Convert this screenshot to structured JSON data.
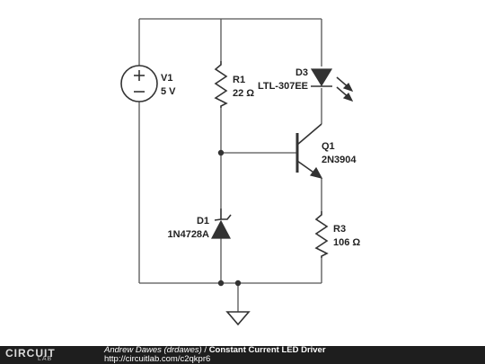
{
  "components": {
    "v1": {
      "ref": "V1",
      "value": "5 V"
    },
    "r1": {
      "ref": "R1",
      "value": "22 Ω"
    },
    "d3": {
      "ref": "D3",
      "value": "LTL-307EE"
    },
    "q1": {
      "ref": "Q1",
      "value": "2N3904"
    },
    "d1": {
      "ref": "D1",
      "value": "1N4728A"
    },
    "r3": {
      "ref": "R3",
      "value": "106 Ω"
    }
  },
  "footer": {
    "logo_text": "CIRCUIT",
    "logo_sub": "LAB",
    "author": "Andrew Dawes (drdawes)",
    "separator": "/",
    "title": "Constant Current LED Driver",
    "url": "http://circuitlab.com/c2qkpr6"
  },
  "colors": {
    "wire": "#555555",
    "component": "#333333",
    "footer_bg": "#1e1e1e"
  }
}
